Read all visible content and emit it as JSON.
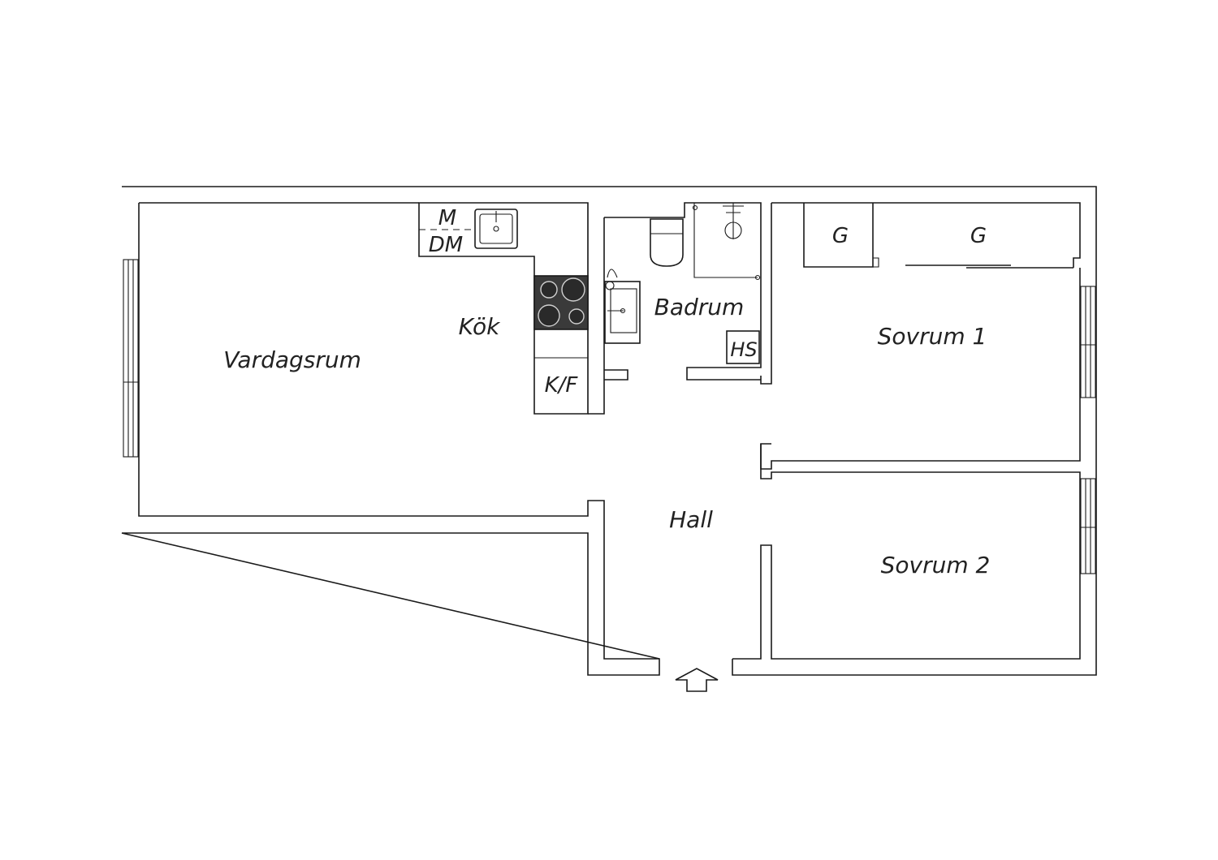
{
  "rooms": {
    "living": "Vardagsrum",
    "kitchen": "Kök",
    "bathroom": "Badrum",
    "bedroom1": "Sovrum 1",
    "bedroom2": "Sovrum 2",
    "hall": "Hall"
  },
  "fixtures": {
    "microwave": "M",
    "dishwasher": "DM",
    "fridge_freezer": "K/F",
    "washer_dryer": "HS",
    "wardrobe_1": "G",
    "wardrobe_2": "G"
  },
  "icons": {
    "entrance": "entrance-arrow-icon",
    "sink": "kitchen-sink-icon",
    "stove": "stove-icon",
    "toilet": "toilet-icon",
    "shower": "shower-icon",
    "basin": "wash-basin-icon"
  },
  "colors": {
    "wall": "#1a1a1a",
    "stove": "#3a3a3a",
    "background": "#ffffff"
  }
}
